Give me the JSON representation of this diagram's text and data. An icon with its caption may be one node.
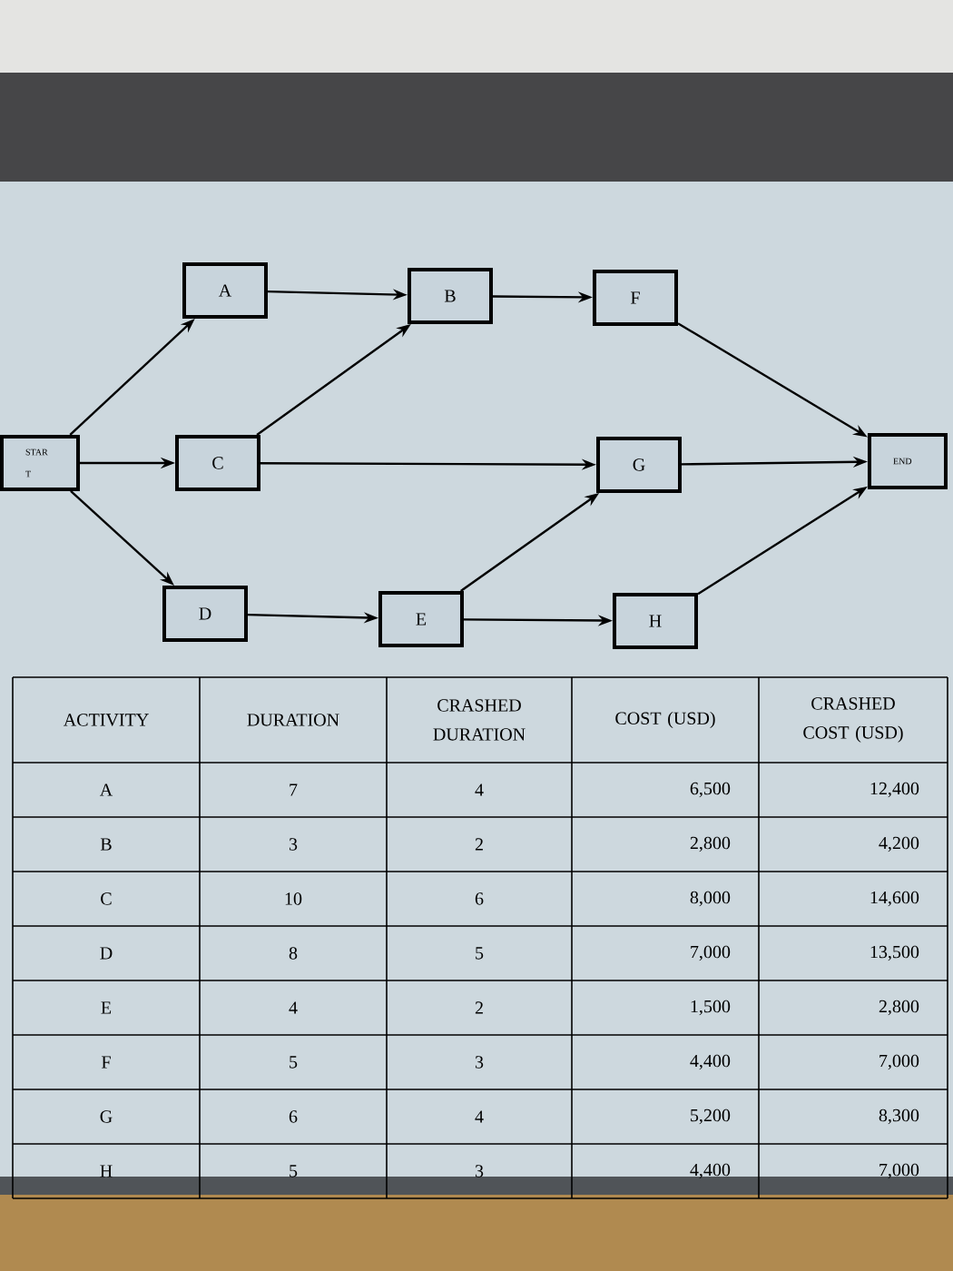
{
  "diagram": {
    "nodes": [
      {
        "text": [
          "A"
        ]
      },
      {
        "text": [
          "B"
        ]
      },
      {
        "text": [
          "F"
        ]
      },
      {
        "text": [
          "STAR T"
        ]
      },
      {
        "text": [
          "C"
        ]
      },
      {
        "text": [
          "G"
        ]
      },
      {
        "text": [
          "END"
        ]
      },
      {
        "text": [
          "D"
        ]
      },
      {
        "text": [
          "E"
        ]
      },
      {
        "text": [
          "H"
        ]
      }
    ],
    "edges": [
      {
        "from": 3,
        "to": 0,
        "arrow": "to"
      },
      {
        "from": 3,
        "to": 4,
        "arrow": "to"
      },
      {
        "from": 3,
        "to": 7,
        "arrow": "to"
      },
      {
        "from": 0,
        "to": 1,
        "arrow": "to"
      },
      {
        "from": 4,
        "to": 1,
        "arrow": "to"
      },
      {
        "from": 1,
        "to": 2,
        "arrow": "to"
      },
      {
        "from": 4,
        "to": 5,
        "arrow": "to"
      },
      {
        "from": 2,
        "to": 6,
        "arrow": "to"
      },
      {
        "from": 5,
        "to": 6,
        "arrow": "to"
      },
      {
        "from": 7,
        "to": 8,
        "arrow": "to"
      },
      {
        "from": 8,
        "to": 5,
        "arrow": "to"
      },
      {
        "from": 8,
        "to": 9,
        "arrow": "to"
      },
      {
        "from": 9,
        "to": 6,
        "arrow": "to"
      }
    ],
    "labels": [
      "ACTIVITY",
      "DURATION",
      "CRASHED DURATION",
      "COST (USD)",
      "CRASHED COST (USD)",
      "A",
      "7",
      "4",
      "6,500",
      "12,400",
      "B",
      "3",
      "2",
      "2,800",
      "4,200",
      "C",
      "10",
      "6",
      "8,000",
      "14,600",
      "D",
      "8",
      "5",
      "7,000",
      "13,500",
      "E",
      "4",
      "2",
      "1,500",
      "2,800",
      "F",
      "5",
      "3",
      "4,400",
      "7,000",
      "G",
      "6",
      "4",
      "5,200",
      "8,300",
      "H",
      "5",
      "3",
      "4,400",
      "7,000"
    ]
  }
}
